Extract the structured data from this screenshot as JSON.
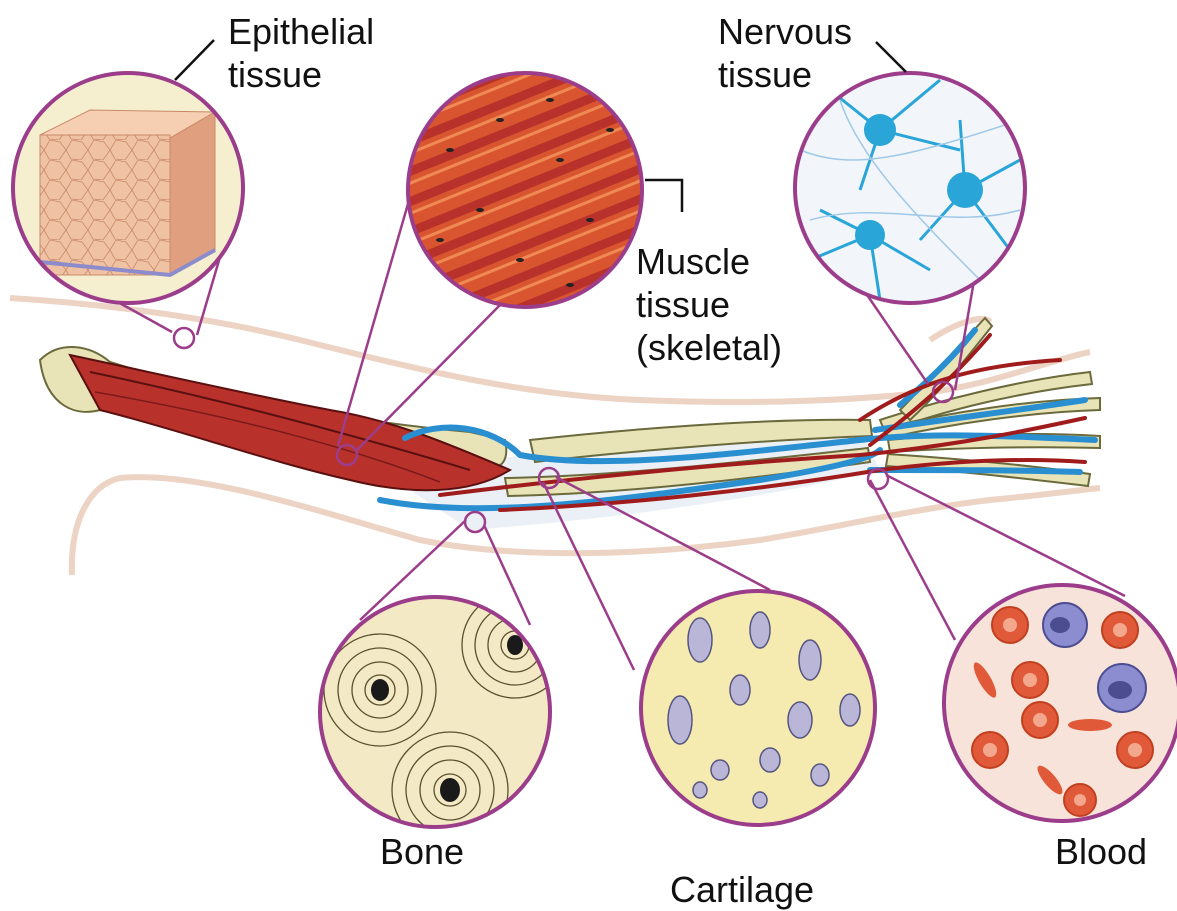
{
  "labels": {
    "epithelial": [
      "Epithelial",
      "tissue"
    ],
    "nervous": [
      "Nervous",
      "tissue"
    ],
    "muscle": [
      "Muscle",
      "tissue",
      "(skeletal)"
    ],
    "bone": "Bone",
    "cartilage": "Cartilage",
    "blood": "Blood"
  },
  "colors": {
    "callout_ring": "#9b3d8a",
    "leader_line": "#111111",
    "skin_outline": "#ecd3c4",
    "muscle": "#b8322b",
    "bone": "#e9e4b8",
    "vein": "#2a8fd0",
    "artery": "#a01c1c",
    "epithelium": "#e9b293",
    "nerve_cell": "#2aa5d8",
    "cartilage_matrix": "#f5eab0",
    "blood_bg": "#f7e3da",
    "red_cell": "#e05a3a"
  }
}
